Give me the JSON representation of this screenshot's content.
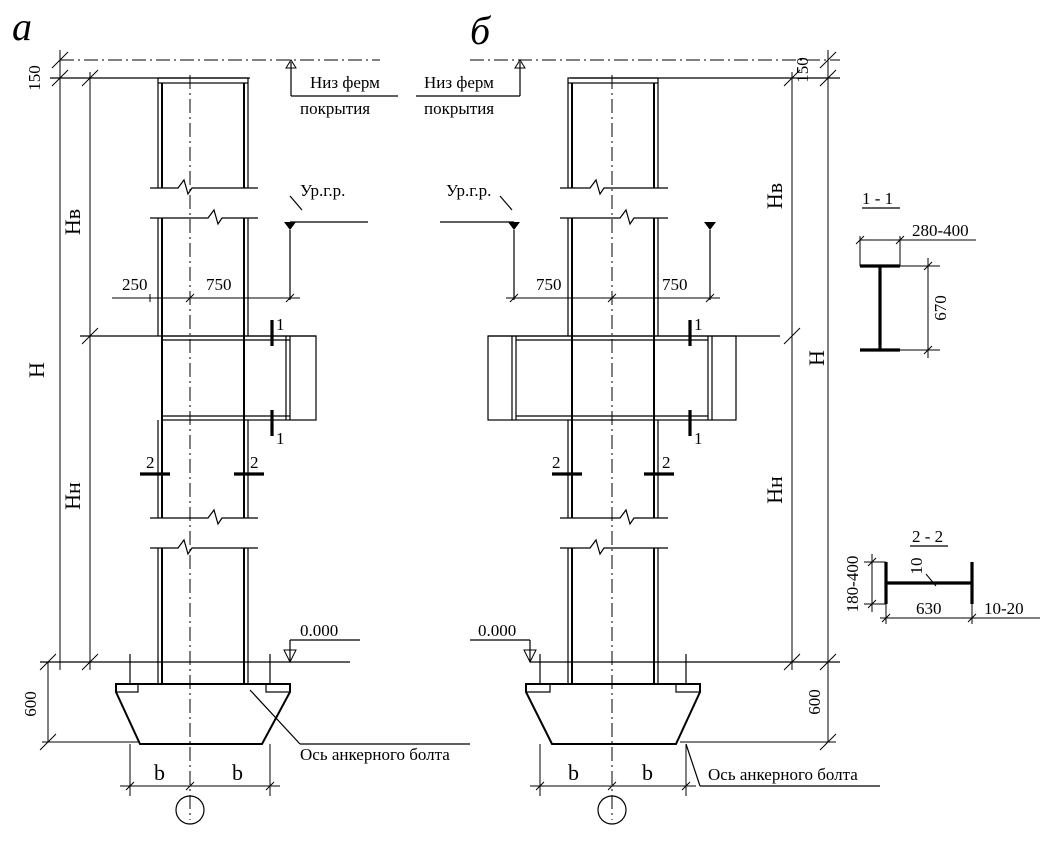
{
  "figure_labels": {
    "a": "а",
    "b": "б"
  },
  "truss_label": {
    "line1": "Низ ферм",
    "line2": "покрытия"
  },
  "crane_level": "Ур.г.р.",
  "zero_mark": "0.000",
  "anchor_axis": "Ось анкерного болта",
  "heights": {
    "H": "Н",
    "Hv": "Нв",
    "Hn": "Нн"
  },
  "dims": {
    "d150": "150",
    "d600": "600",
    "d250": "250",
    "d750": "750",
    "b": "b",
    "d280_400": "280-400",
    "d670": "670",
    "d180_400": "180-400",
    "d10": "10",
    "d630": "630",
    "d10_20": "10-20"
  },
  "sections": {
    "s1": "1 - 1",
    "s2": "2 - 2",
    "n1": "1",
    "n2": "2"
  }
}
